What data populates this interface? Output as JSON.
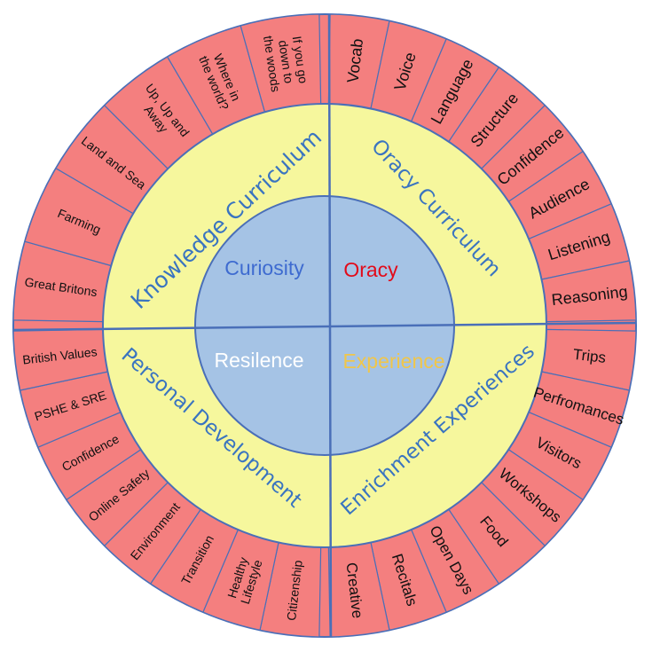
{
  "colors": {
    "outer_ring": "#f47f7f",
    "middle_ring": "#f6f79d",
    "core": "#a5c3e5",
    "lines": "#4a6fb8",
    "ring_text": "#3a74c0",
    "oracy_curriculum_text": "#2e6fa8",
    "curiosity_text": "#3e6bd0",
    "oracy_text": "#e20b1a",
    "resilience_text": "#ffffff",
    "experience_text": "#f0c64a"
  },
  "core": {
    "curiosity": "Curiosity",
    "oracy": "Oracy",
    "resilience": "Resilence",
    "experience": "Experience"
  },
  "rings": {
    "knowledge": "Knowledge Curriculum",
    "oracy": "Oracy Curriculum",
    "personal": "Personal Development",
    "enrichment": "Enrichment Experiences"
  },
  "segments": {
    "knowledge": [
      [
        "Great Britons"
      ],
      [
        "Farming"
      ],
      [
        "Land and Sea"
      ],
      [
        "Up, Up and",
        "Away"
      ],
      [
        "Where in",
        "the world?"
      ],
      [
        "If you go",
        "down to",
        "the woods"
      ]
    ],
    "oracy": [
      [
        "Vocab"
      ],
      [
        "Voice"
      ],
      [
        "Language"
      ],
      [
        "Structure"
      ],
      [
        "Confidence"
      ],
      [
        "Audience"
      ],
      [
        "Listening"
      ],
      [
        "Reasoning"
      ]
    ],
    "enrichment": [
      [
        "Trips"
      ],
      [
        "Perfromances"
      ],
      [
        "Visitors"
      ],
      [
        "Workshops"
      ],
      [
        "Food"
      ],
      [
        "Open Days"
      ],
      [
        "Recitals"
      ],
      [
        "Creative"
      ]
    ],
    "personal": [
      [
        "Citizenship"
      ],
      [
        "Healthy",
        "Lifestyle"
      ],
      [
        "Transition"
      ],
      [
        "Environment"
      ],
      [
        "Online Safety"
      ],
      [
        "Confidence"
      ],
      [
        "PSHE & SRE"
      ],
      [
        "British Values"
      ]
    ]
  }
}
